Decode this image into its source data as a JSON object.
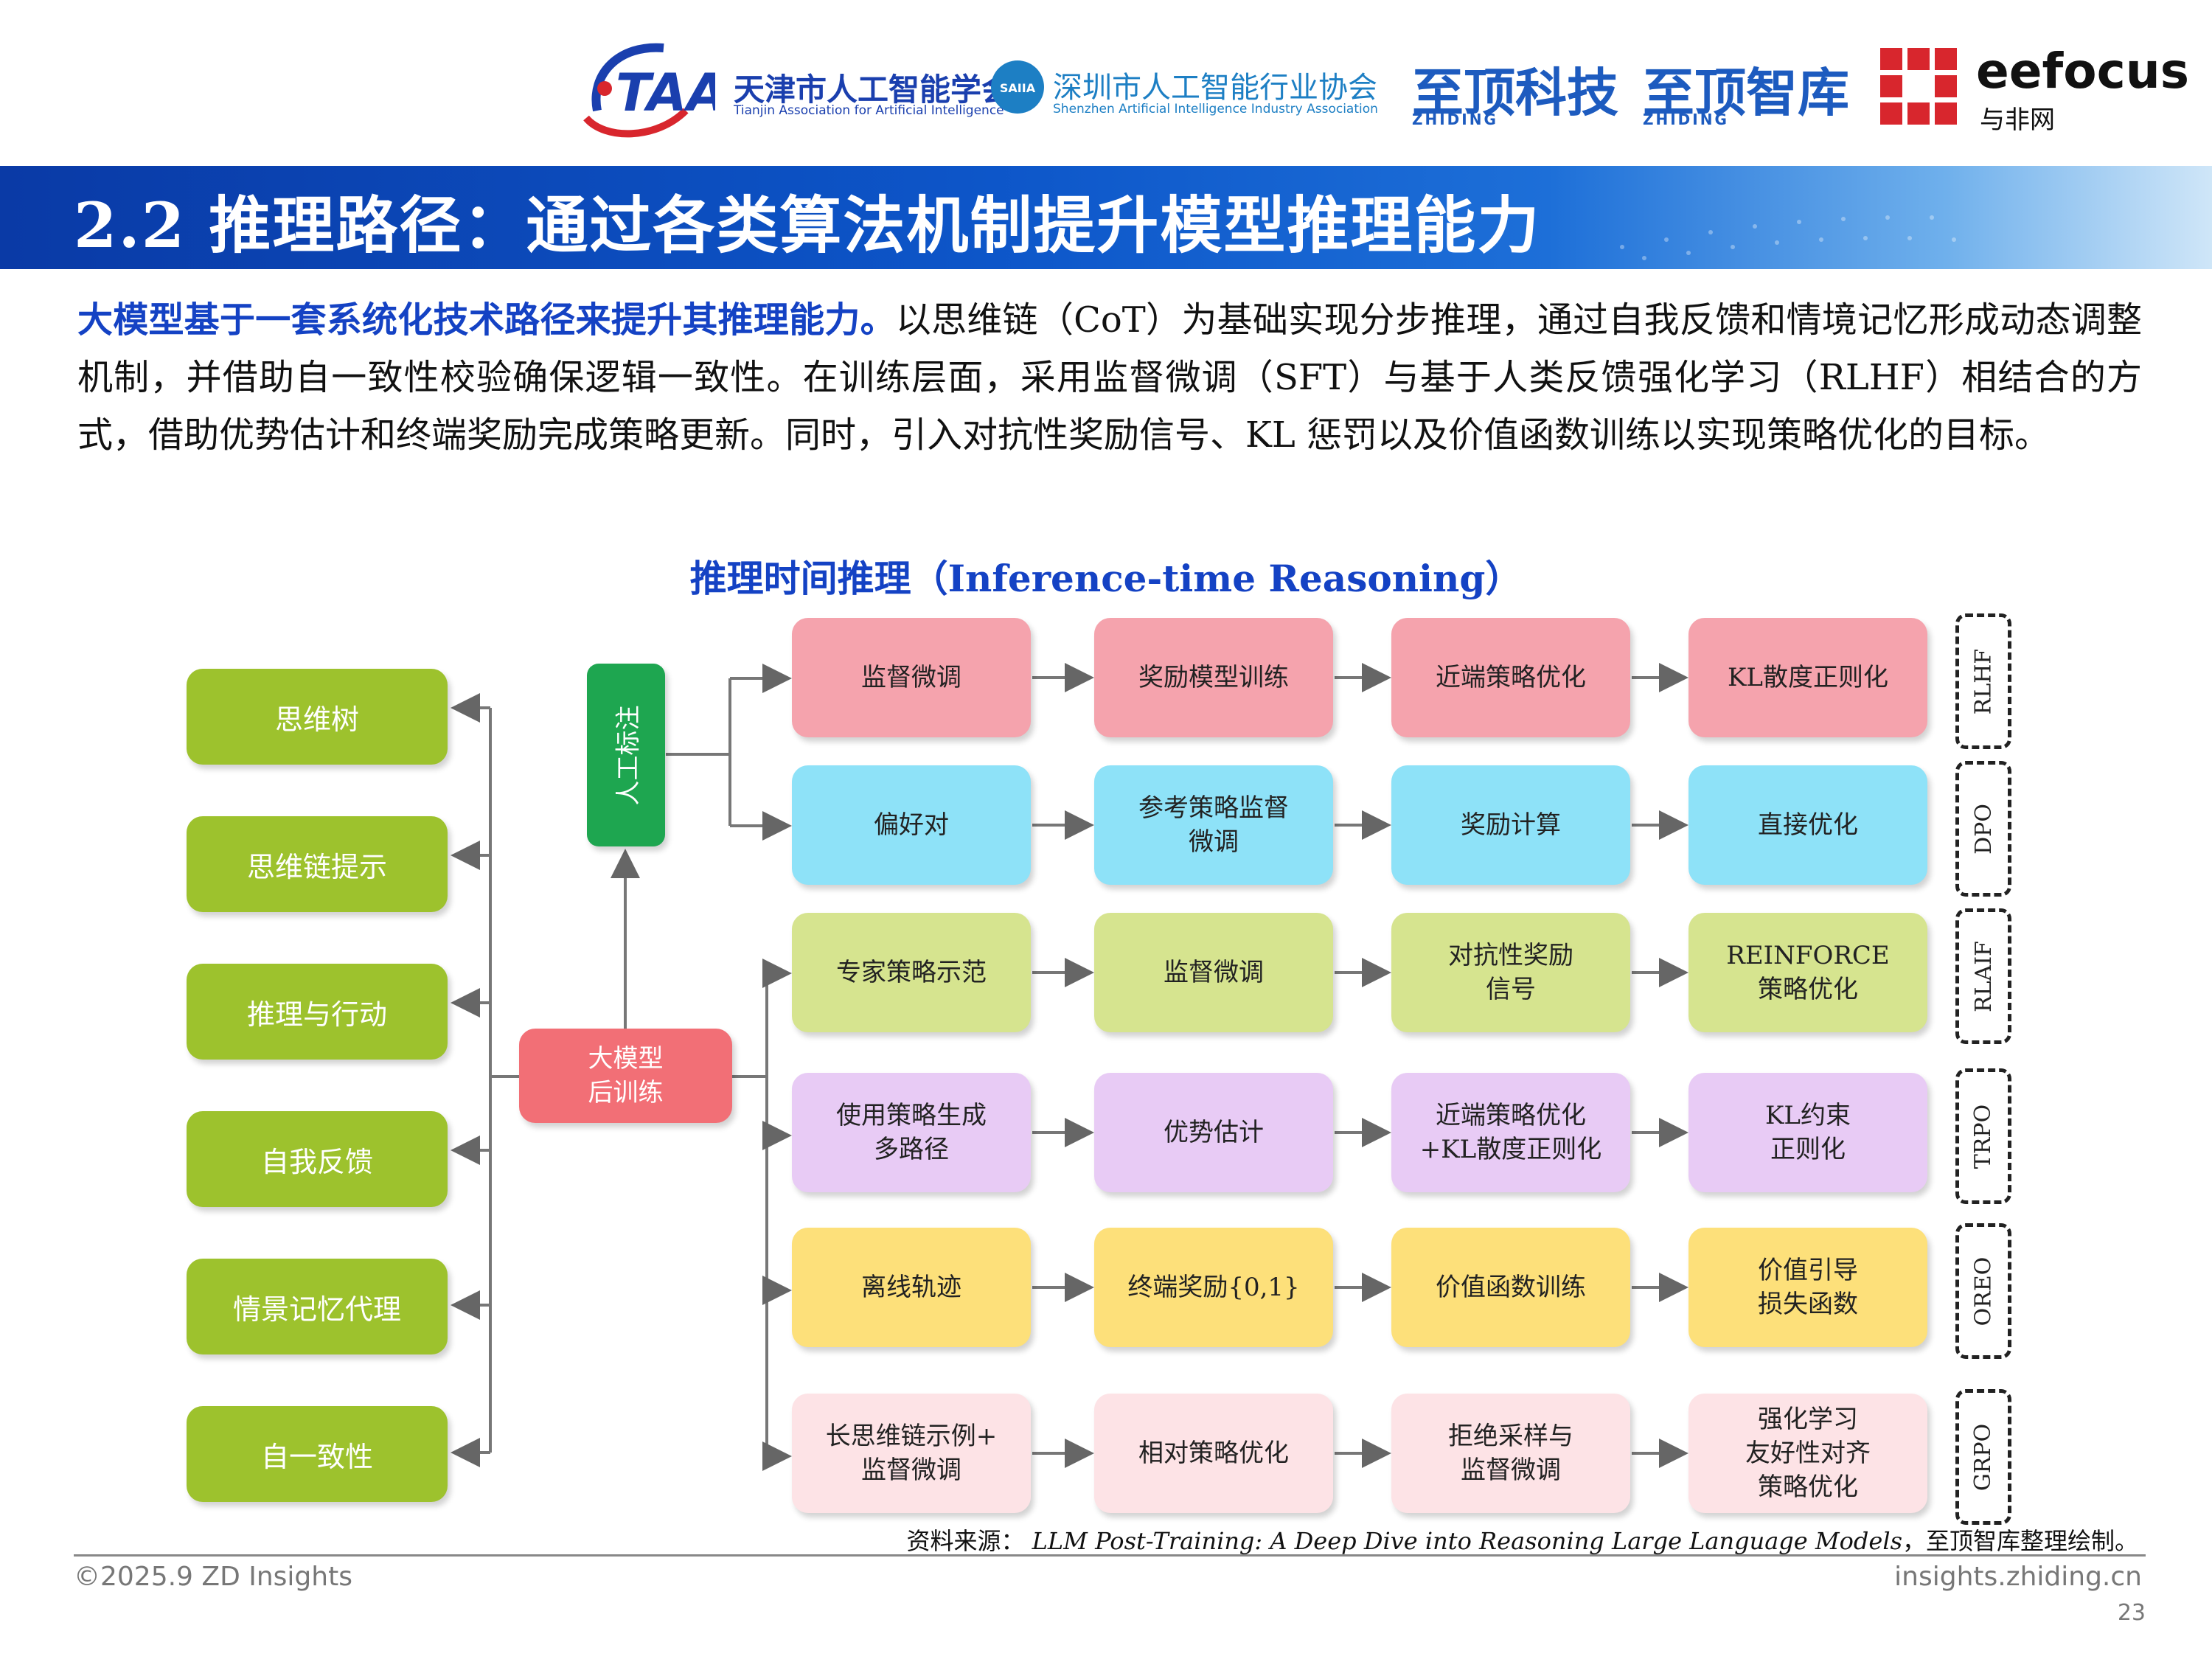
{
  "header": {
    "logos": [
      {
        "name": "taai",
        "mark": "TAAI",
        "line1": "天津市人工智能学会",
        "line2": "Tianjin Association for Artificial Intelligence"
      },
      {
        "name": "saiia",
        "mark": "SAIIA",
        "line1": "深圳市人工智能行业协会",
        "line2": "Shenzhen Artificial Intelligence Industry Association"
      },
      {
        "name": "zhiding-tech",
        "line1": "至顶科技",
        "line2": "ZHIDING"
      },
      {
        "name": "zhiding-think",
        "line1": "至顶智库",
        "line2": "ZHIDING"
      },
      {
        "name": "eefocus",
        "line1": "eefocus",
        "line2": "与非网"
      }
    ],
    "colors": {
      "accent": "#1442c4",
      "red": "#d8262d"
    }
  },
  "title": "2.2 推理路径：通过各类算法机制提升模型推理能力",
  "intro": {
    "lead": "大模型基于一套系统化技术路径来提升其推理能力。",
    "body": "以思维链（CoT）为基础实现分步推理，通过自我反馈和情境记忆形成动态调整机制，并借助自一致性校验确保逻辑一致性。在训练层面，采用监督微调（SFT）与基于人类反馈强化学习（RLHF）相结合的方式，借助优势估计和终端奖励完成策略更新。同时，引入对抗性奖励信号、KL 惩罚以及价值函数训练以实现策略优化的目标。"
  },
  "diagram": {
    "title": "推理时间推理（Inference-time Reasoning）",
    "left_nodes": [
      "思维树",
      "思维链提示",
      "推理与行动",
      "自我反馈",
      "情景记忆代理",
      "自一致性"
    ],
    "center": {
      "post_training": "大模型\n后训练",
      "annotation": "人工标注"
    },
    "rows": [
      {
        "tag": "RLHF",
        "color": "pink",
        "steps": [
          "监督微调",
          "奖励模型训练",
          "近端策略优化",
          "KL散度正则化"
        ]
      },
      {
        "tag": "DPO",
        "color": "blue",
        "steps": [
          "偏好对",
          "参考策略监督\n微调",
          "奖励计算",
          "直接优化"
        ]
      },
      {
        "tag": "RLAIF",
        "color": "lgreen",
        "steps": [
          "专家策略示范",
          "监督微调",
          "对抗性奖励\n信号",
          "REINFORCE\n策略优化"
        ]
      },
      {
        "tag": "TRPO",
        "color": "purple",
        "steps": [
          "使用策略生成\n多路径",
          "优势估计",
          "近端策略优化\n+KL散度正则化",
          "KL约束\n正则化"
        ]
      },
      {
        "tag": "OREO",
        "color": "yellow",
        "steps": [
          "离线轨迹",
          "终端奖励{0,1}",
          "价值函数训练",
          "价值引导\n损失函数"
        ]
      },
      {
        "tag": "GRPO",
        "color": "lpink",
        "steps": [
          "长思维链示例+\n监督微调",
          "相对策略优化",
          "拒绝采样与\n监督微调",
          "强化学习\n友好性对齐\n策略优化"
        ]
      }
    ]
  },
  "source": {
    "prefix": "资料来源：",
    "ref": "LLM Post-Training: A Deep Dive into Reasoning Large Language Models",
    "suffix": "，至顶智库整理绘制。"
  },
  "footer": {
    "left": "©2025.9 ZD Insights",
    "right": "insights.zhiding.cn",
    "page": "23"
  }
}
